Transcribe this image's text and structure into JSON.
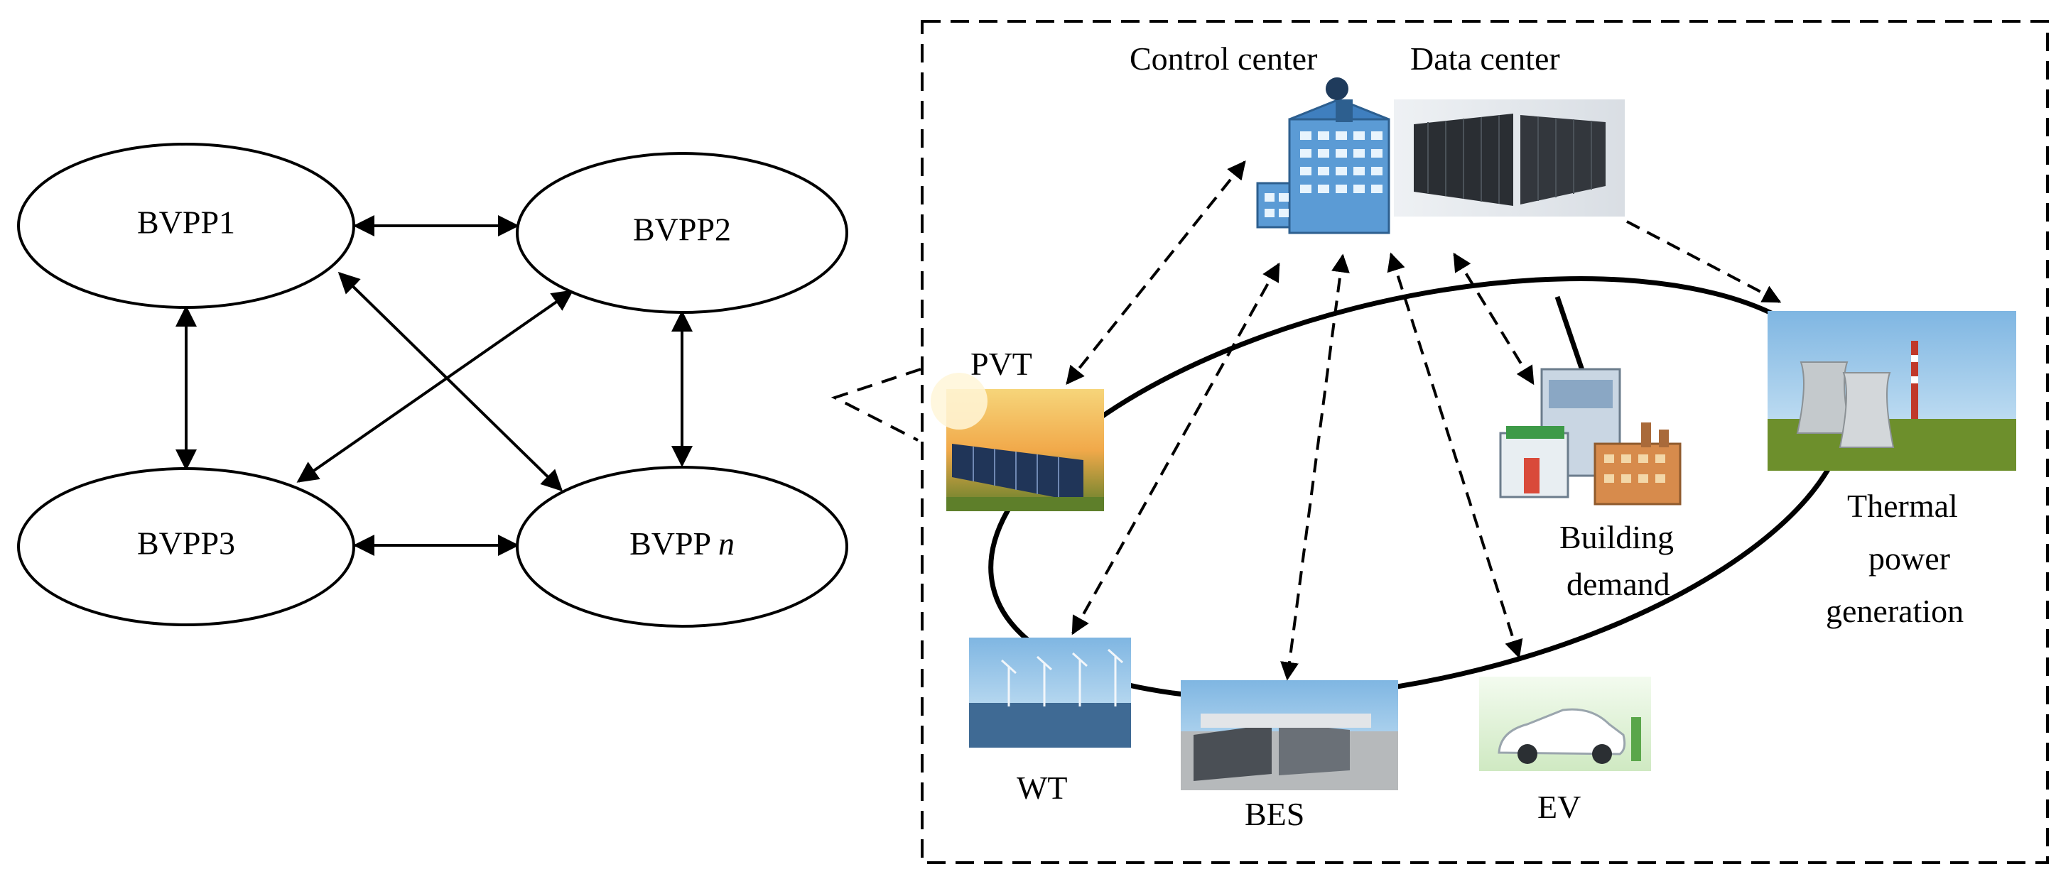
{
  "bvpp_network": {
    "nodes": [
      {
        "id": "bvpp1",
        "label": "BVPP1"
      },
      {
        "id": "bvpp2",
        "label": "BVPP2"
      },
      {
        "id": "bvpp3",
        "label": "BVPP3"
      },
      {
        "id": "bvppn",
        "label_prefix": "BVPP ",
        "label_var": "n"
      }
    ],
    "links": [
      [
        "bvpp1",
        "bvpp2"
      ],
      [
        "bvpp1",
        "bvpp3"
      ],
      [
        "bvpp1",
        "bvppn"
      ],
      [
        "bvpp2",
        "bvpp3"
      ],
      [
        "bvpp2",
        "bvppn"
      ],
      [
        "bvpp3",
        "bvppn"
      ]
    ]
  },
  "detail": {
    "control_center": "Control center",
    "data_center": "Data center",
    "pvt": "PVT",
    "building_demand": [
      "Building",
      "demand"
    ],
    "thermal": [
      "Thermal",
      "power",
      "generation"
    ],
    "wt": "WT",
    "bes": "BES",
    "ev": "EV"
  },
  "colors": {
    "line": "#000000",
    "building_blue": "#5b9bd5",
    "sky_blue": "#a9d3ef",
    "solar_dark": "#203558",
    "grass": "#6d8f2c"
  }
}
